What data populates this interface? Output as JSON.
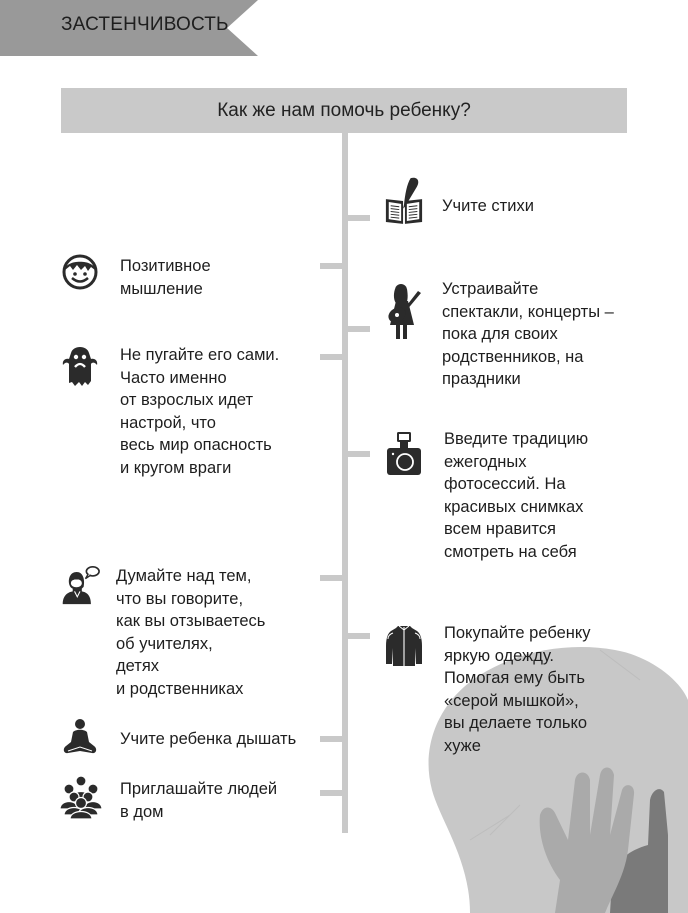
{
  "banner": {
    "title": "ЗАСТЕНЧИВОСТЬ"
  },
  "header": {
    "question": "Как же нам помочь ребенку?"
  },
  "colors": {
    "banner_bg": "#999999",
    "header_bg": "#c9c9c9",
    "timeline": "#c9c9c9",
    "icon": "#2b2b2b",
    "text": "#1e1e1e",
    "silhouette_head": "#c8c8c8",
    "silhouette_hand_front": "#aaaaaa",
    "silhouette_hand_back": "#7a7a7a"
  },
  "left_items": [
    {
      "icon": "smiling-boy-face-icon",
      "text": "Позитивное\nмышление"
    },
    {
      "icon": "scary-ghost-icon",
      "text": "Не пугайте его сами.\nЧасто именно\nот взрослых идет\nнастрой, что\nвесь мир опасность\nи кругом враги"
    },
    {
      "icon": "woman-speech-bubble-icon",
      "text": "Думайте над тем,\nчто вы говорите,\nкак вы отзываетесь\nоб учителях,\nдетях\nи родственниках"
    },
    {
      "icon": "meditation-lotus-icon",
      "text": "Учите ребенка дышать"
    },
    {
      "icon": "group-of-people-icon",
      "text": "Приглашайте людей\nв дом"
    }
  ],
  "right_items": [
    {
      "icon": "book-quill-icon",
      "text": "Учите стихи"
    },
    {
      "icon": "girl-guitar-icon",
      "text": "Устраивайте\nспектакли, концерты –\nпока для своих\nродственников, на\nпраздники"
    },
    {
      "icon": "camera-flash-icon",
      "text": "Введите традицию\nежегодных\nфотосессий. На\nкрасивых снимках\nвсем нравится\nсмотреть на себя"
    },
    {
      "icon": "jacket-icon",
      "text": "Покупайте ребенку\nяркую одежду.\nПомогая ему быть\n«серой мышкой»,\nвы делаете только\nхуже"
    }
  ]
}
